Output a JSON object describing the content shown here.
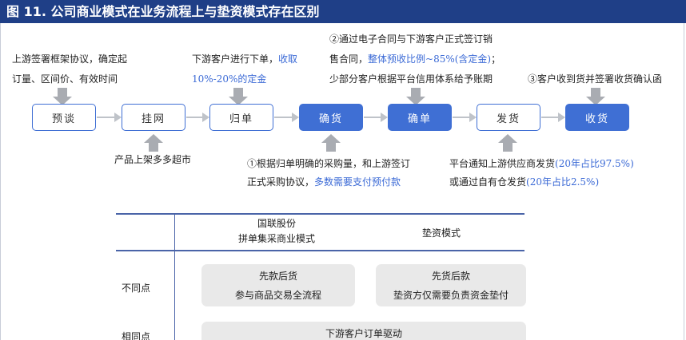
{
  "title": "图 11. 公司商业模式在业务流程上与垫资模式存在区别",
  "flow": {
    "steps": [
      "预谈",
      "挂网",
      "归单",
      "确货",
      "确单",
      "发货",
      "收货"
    ]
  },
  "notes": {
    "pretalk_line1": "上游签署框架协议，确定起",
    "pretalk_line2": "订量、区间价、有效时间",
    "order_line1_a": "下游客户进行下单，",
    "order_line1_b": "收取",
    "order_line2": "10%-20%的定金",
    "confirm_line1": "②通过电子合同与下游客户正式签订销",
    "confirm_line2_a": "售合同，",
    "confirm_line2_b": "整体预收比例~85%(含定金)",
    "confirm_line2_c": "；",
    "confirm_line3": "少部分客户根据平台信用体系给予账期",
    "receive_line1": "③客户收到货并签署收货确认函",
    "listing": "产品上架多多超市",
    "goods_line1": "①根据归单明确的采购量，和上游签订",
    "goods_line2_a": "正式采购协议，",
    "goods_line2_b": "多数需要支付预付款",
    "ship_line1_a": "平台通知上游供应商发货",
    "ship_line1_b": "(20年占比97.5%)",
    "ship_line2_a": "或通过自有仓发货",
    "ship_line2_b": "(20年占比2.5%)"
  },
  "table": {
    "col1_line1": "国联股份",
    "col1_line2": "拼单集采商业模式",
    "col2": "垫资模式",
    "row_diff": "不同点",
    "row_same": "相同点",
    "diff_col1_line1": "先款后货",
    "diff_col1_line2": "参与商品交易全流程",
    "diff_col2_line1": "先货后款",
    "diff_col2_line2": "垫资方仅需要负责资金垫付",
    "same_text": "下游客户订单驱动"
  },
  "colors": {
    "title_bg": "#1f3f87",
    "accent": "#3f6fd4",
    "highlight_text": "#3b6ad6",
    "arrow": "#bfc3c9",
    "cell_bg": "#e9e9e9"
  }
}
